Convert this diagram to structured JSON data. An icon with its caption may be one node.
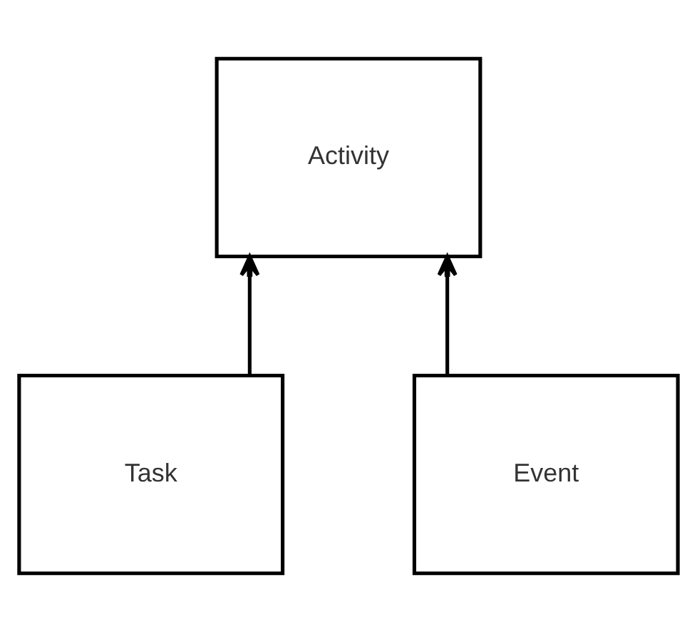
{
  "diagram": {
    "nodes": [
      {
        "text": [
          "Activity"
        ]
      },
      {
        "text": [
          "Task"
        ]
      },
      {
        "text": [
          "Event"
        ]
      }
    ],
    "edges": [
      {
        "from": 1,
        "to": 0,
        "arrow": "to"
      },
      {
        "from": 2,
        "to": 0,
        "arrow": "to"
      }
    ]
  }
}
